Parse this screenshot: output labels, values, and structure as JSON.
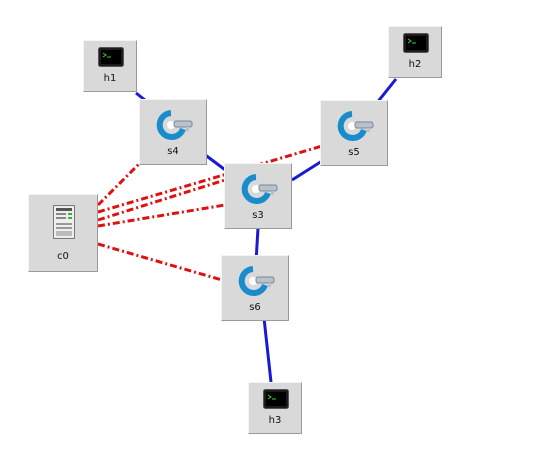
{
  "canvas": {
    "background": "#ffffff"
  },
  "colors": {
    "data_link": "#1a1ad6",
    "control_link": "#e01010"
  },
  "nodes": {
    "h1": {
      "label": "h1",
      "type": "host",
      "icon": "terminal-icon"
    },
    "h2": {
      "label": "h2",
      "type": "host",
      "icon": "terminal-icon"
    },
    "h3": {
      "label": "h3",
      "type": "host",
      "icon": "terminal-icon"
    },
    "s3": {
      "label": "s3",
      "type": "switch",
      "icon": "switch-icon"
    },
    "s4": {
      "label": "s4",
      "type": "switch",
      "icon": "switch-icon"
    },
    "s5": {
      "label": "s5",
      "type": "switch",
      "icon": "switch-icon"
    },
    "s6": {
      "label": "s6",
      "type": "switch",
      "icon": "switch-icon"
    },
    "c0": {
      "label": "c0",
      "type": "controller",
      "icon": "controller-icon"
    }
  },
  "links": [
    {
      "from": "h1",
      "to": "s4",
      "kind": "data"
    },
    {
      "from": "s4",
      "to": "s3",
      "kind": "data"
    },
    {
      "from": "h2",
      "to": "s5",
      "kind": "data"
    },
    {
      "from": "s5",
      "to": "s3",
      "kind": "data"
    },
    {
      "from": "s3",
      "to": "s6",
      "kind": "data"
    },
    {
      "from": "s6",
      "to": "h3",
      "kind": "data"
    },
    {
      "from": "c0",
      "to": "s4",
      "kind": "control"
    },
    {
      "from": "c0",
      "to": "s3",
      "kind": "control"
    },
    {
      "from": "c0",
      "to": "s3",
      "kind": "control"
    },
    {
      "from": "c0",
      "to": "s5",
      "kind": "control"
    },
    {
      "from": "c0",
      "to": "s6",
      "kind": "control"
    }
  ]
}
